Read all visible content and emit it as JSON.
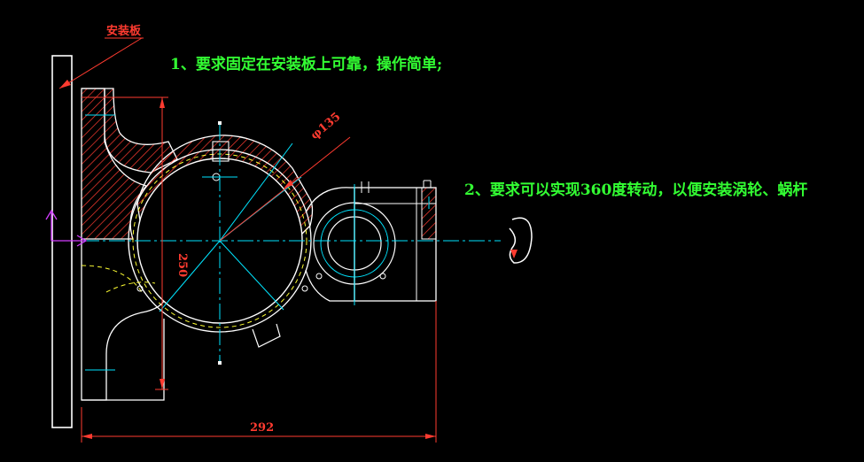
{
  "labels": {
    "mounting_plate": "安装板",
    "note_1": "1、要求固定在安装板上可靠，操作简单;",
    "note_2": "2、要求可以实现360度转动，以便安装涡轮、蜗杆",
    "dim_diameter": "φ135",
    "dim_height": "250",
    "dim_width": "292"
  },
  "colors": {
    "background": "#000000",
    "outline": "#ffffff",
    "hatch": "#ff3b30",
    "centerline": "#00e5ff",
    "hidden_line": "#ffff33",
    "dimension": "#ff3b30",
    "dimension_text": "#ff3b30",
    "note_text": "#33ff33",
    "ucs": "#d23cff",
    "leader": "#ff3b30"
  },
  "icons": [
    "ucs-axis-icon",
    "rotation-arrow-icon"
  ]
}
